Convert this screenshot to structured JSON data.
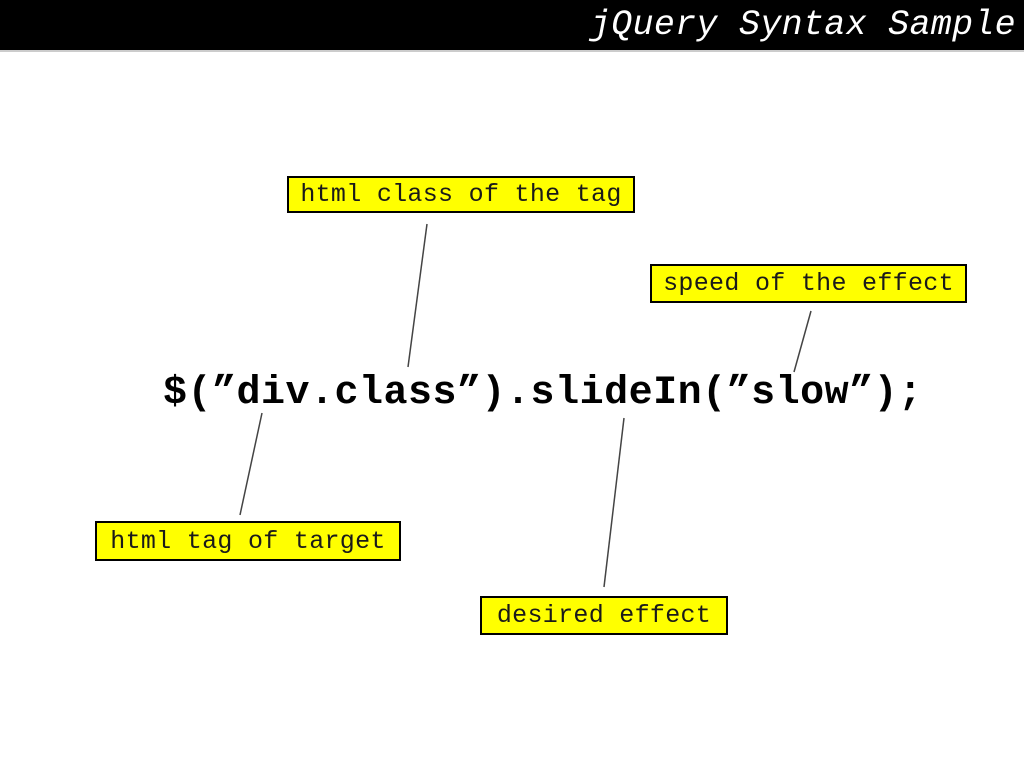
{
  "slide": {
    "title": "jQuery Syntax Sample",
    "code": "$(”div.class”).slideIn(”slow”);",
    "labels": [
      {
        "text": "html class of the tag",
        "points_to": "class"
      },
      {
        "text": "speed of the effect",
        "points_to": "slow"
      },
      {
        "text": "html tag of target",
        "points_to": "div"
      },
      {
        "text": "desired effect",
        "points_to": "slideIn"
      }
    ],
    "colors": {
      "header_bg": "#000000",
      "title_text": "#ffffff",
      "label_bg": "#ffff00",
      "label_border": "#000000",
      "label_text": "#1a1a1a",
      "code_text": "#000000",
      "connector": "#444444",
      "body_bg": "#ffffff"
    }
  }
}
